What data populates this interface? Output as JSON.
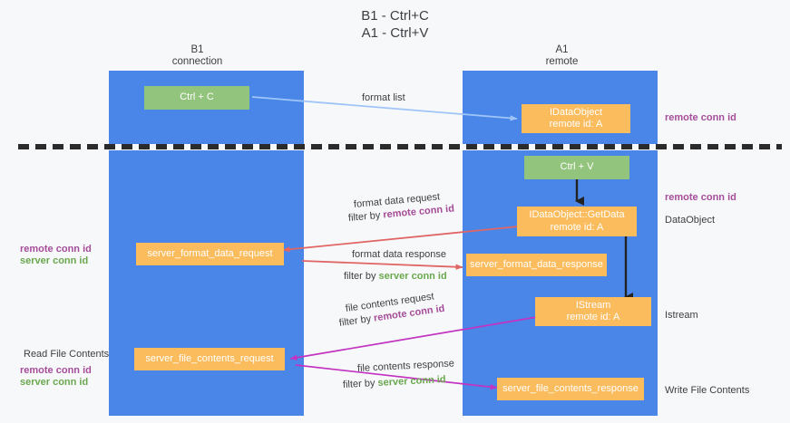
{
  "title": {
    "line1": "B1 - Ctrl+C",
    "line2": "A1 - Ctrl+V"
  },
  "columns": [
    {
      "name": "b1",
      "title": "B1",
      "subtitle": "connection"
    },
    {
      "name": "a1",
      "title": "A1",
      "subtitle": "remote"
    }
  ],
  "colors": {
    "lane": "#4a86e8",
    "node_green": "#93c47d",
    "node_orange": "#fbbc5e",
    "remote_conn_id": "#a64d9a",
    "server_conn_id": "#6aa84f",
    "arrow_blue": "#9fc5f8",
    "arrow_red": "#e06666",
    "arrow_magenta": "#c233c2",
    "arrow_black": "#222222",
    "divider": "#2b2b2b",
    "background": "#f7f8f9"
  },
  "nodes": {
    "ctrl_c": {
      "label": "Ctrl + C"
    },
    "ctrl_v": {
      "label": "Ctrl + V"
    },
    "idataobject": {
      "line1": "IDataObject",
      "line2": "remote id: A"
    },
    "getdata": {
      "line1": "IDataObject::GetData",
      "line2": "remote id: A"
    },
    "istream": {
      "line1": "IStream",
      "line2": "remote id: A"
    },
    "server_format_data_request": {
      "label": "server_format_data_request"
    },
    "server_format_data_response": {
      "label": "server_format_data_response"
    },
    "server_file_contents_request": {
      "label": "server_file_contents_request"
    },
    "server_file_contents_response": {
      "label": "server_file_contents_response"
    }
  },
  "edge_labels": {
    "format_list": "format list",
    "format_data_request": "format data request",
    "format_data_response": "format data response",
    "file_contents_request": "file contents request",
    "file_contents_response": "file contents response",
    "filter_by": "filter by ",
    "remote_conn_id": "remote conn id",
    "server_conn_id": "server conn id"
  },
  "side_labels": {
    "right_remote_conn_id_top": "remote conn id",
    "right_remote_conn_id_mid": "remote conn id",
    "right_dataobject": "DataObject",
    "right_istream": "Istream",
    "right_write_file_contents": "Write File Contents",
    "left_remote_conn_id": "remote conn id",
    "left_server_conn_id": "server conn id",
    "left_read_file_contents": "Read File Contents",
    "left_remote_conn_id_2": "remote conn id",
    "left_server_conn_id_2": "server conn id"
  }
}
